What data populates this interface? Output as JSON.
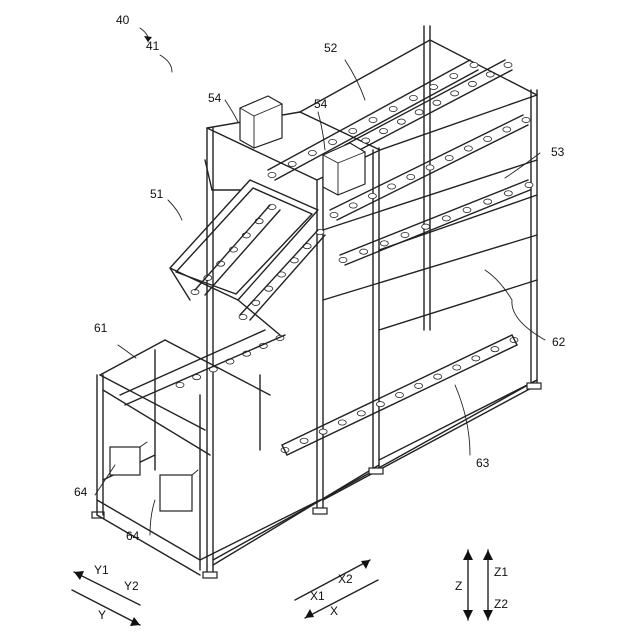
{
  "figure": {
    "reference_labels": {
      "r40": "40",
      "r41": "41",
      "r51": "51",
      "r52": "52",
      "r53": "53",
      "r54a": "54",
      "r54b": "54",
      "r61": "61",
      "r62": "62",
      "r63": "63",
      "r64a": "64",
      "r64b": "64"
    },
    "axes": {
      "y1": "Y1",
      "y2": "Y2",
      "y": "Y",
      "x2": "X2",
      "x1": "X1",
      "x": "X",
      "z": "Z",
      "z1": "Z1",
      "z2": "Z2"
    }
  }
}
